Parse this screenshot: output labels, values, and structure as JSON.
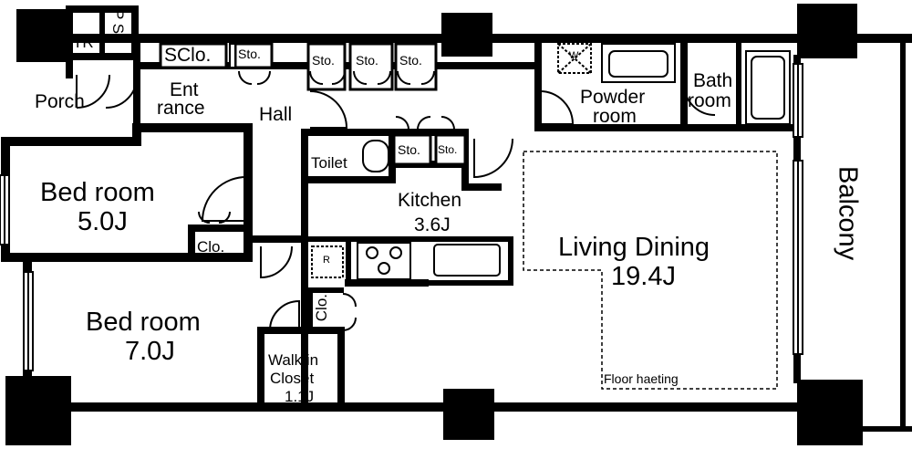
{
  "rooms": {
    "ps": "P S",
    "tr": "TR",
    "porch": "Porch",
    "entrance_1": "Ent",
    "entrance_2": "rance",
    "sclo": "SClo.",
    "hall": "Hall",
    "sto": "Sto.",
    "toilet": "Toilet",
    "powder_1": "Powder",
    "powder_2": "room",
    "bath_1": "Bath",
    "bath_2": "room",
    "washer_mark": "W",
    "bed1_name": "Bed room",
    "bed1_size": "5.0J",
    "bed2_name": "Bed room",
    "bed2_size": "7.0J",
    "clo": "Clo.",
    "kitchen_name": "Kitchen",
    "kitchen_size": "3.6J",
    "fridge_mark": "R",
    "living_name": "Living Dining",
    "living_size": "19.4J",
    "floor_heating": "Floor haeting",
    "wic_1": "Walk in",
    "wic_2": "Closet",
    "wic_size": "1.1J",
    "balcony": "Balcony"
  }
}
